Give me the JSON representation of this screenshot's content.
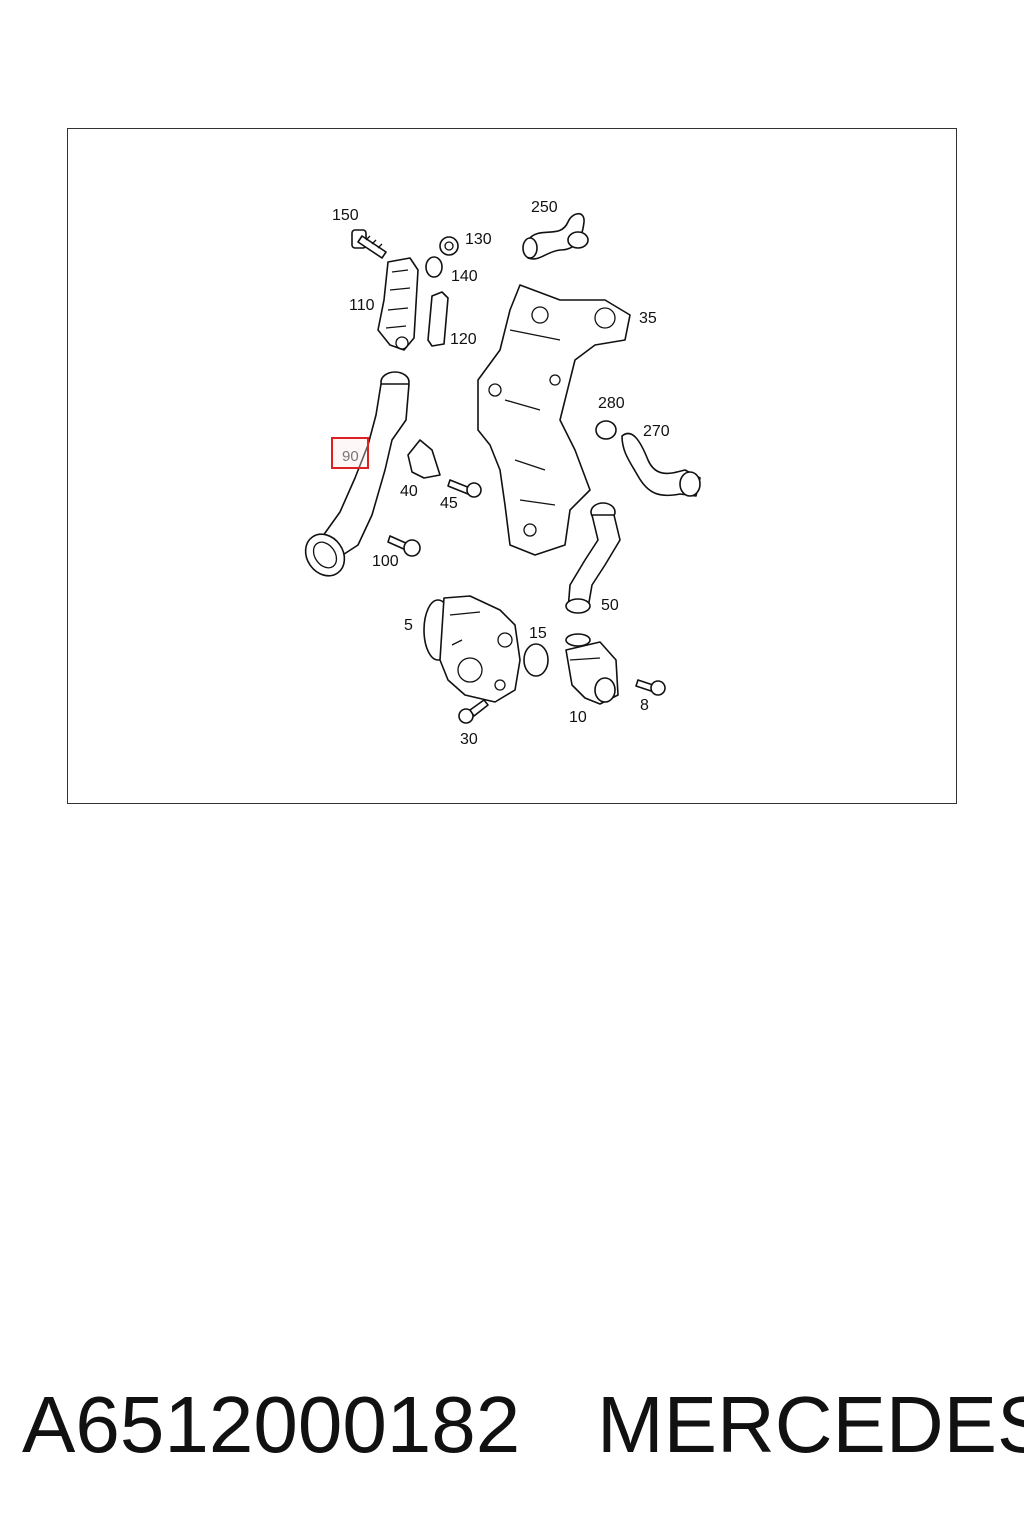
{
  "diagram": {
    "callouts": {
      "c150": "150",
      "c130": "130",
      "c250": "250",
      "c140": "140",
      "c110": "110",
      "c120": "120",
      "c35": "35",
      "c280": "280",
      "c270": "270",
      "c90": "90",
      "c40": "40",
      "c45": "45",
      "c100": "100",
      "c50": "50",
      "c5": "5",
      "c15": "15",
      "c10": "10",
      "c8": "8",
      "c30": "30"
    },
    "highlight_color": "#e02020"
  },
  "caption": {
    "part_number": "A6512000182",
    "brand": "MERCEDES"
  }
}
